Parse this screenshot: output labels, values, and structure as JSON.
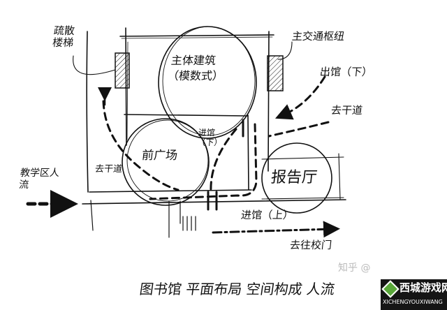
{
  "labels": {
    "evacuation_stairs": "疏散楼梯",
    "main_traffic_hub": "主交通枢纽",
    "main_building": "主体建筑",
    "main_building_sub": "（模数式）",
    "exit_lower": "出馆（下）",
    "to_main_road_right": "去干道",
    "enter_lower": "进馆（下）",
    "front_plaza": "前广场",
    "to_main_road_left": "去干道",
    "teaching_area_flow": "教学区人流",
    "lecture_hall": "报告厅",
    "enter_upper": "进馆（上）",
    "to_school_gate": "去往校门"
  },
  "title": "图书馆 平面布局 空间构成 人流",
  "watermark": {
    "text": "知乎 @",
    "logo_name": "西城游戏网",
    "logo_sub": "XICHENGYOUXIWANG",
    "logo_color": "#5aa83a"
  },
  "colors": {
    "ink": "#111111",
    "paper": "#ffffff"
  }
}
